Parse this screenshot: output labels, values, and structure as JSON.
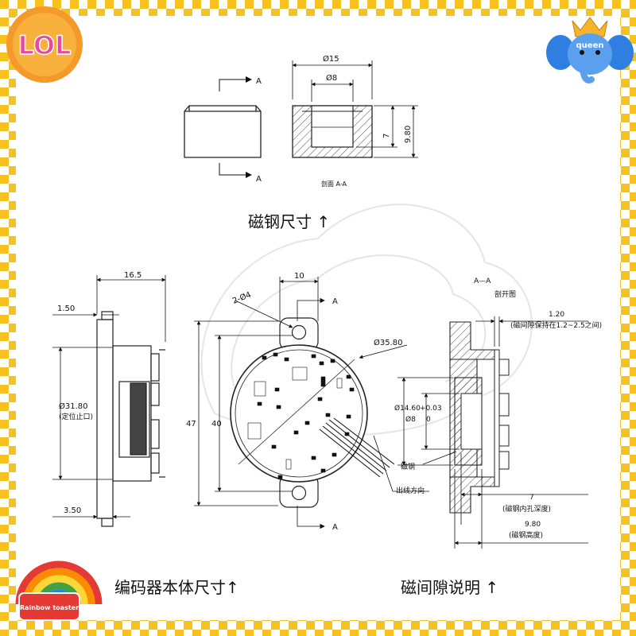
{
  "magnet": {
    "section_mark": "A",
    "dim_outer": "Ø15",
    "dim_inner": "Ø8",
    "dim_hole_depth": "7",
    "dim_height": "9.80",
    "section_caption": "剖面 A-A"
  },
  "captions": {
    "magnet_size": "磁钢尺寸 ↑",
    "encoder_size": "编码器本体尺寸↑",
    "gap_note": "磁间隙说明 ↑"
  },
  "side_view": {
    "width": "16.5",
    "flange": "1.50",
    "dia_value": "Ø31.80",
    "dia_note": "(定位止口)",
    "base": "3.50"
  },
  "front_view": {
    "spacing": "10",
    "holes": "2-Ø4",
    "mark": "A",
    "body_dia": "Ø35.80",
    "height_outer": "47",
    "height_inner": "40",
    "cable_dir": "出线方向"
  },
  "section_view": {
    "title": "A—A",
    "subtitle": "剖开图",
    "gap_value": "1.20",
    "gap_note": "(磁间隙保持在1.2~2.5之间)",
    "dia1": "Ø14.60",
    "tol": "+0.03",
    "dia2": "Ø8",
    "tol0": "0",
    "magnet_label": "磁钢",
    "hole_depth": "7",
    "hole_depth_note": "(磁钢内孔深度)",
    "mag_height": "9.80",
    "mag_height_note": "(磁钢高度)"
  },
  "badges": {
    "lol": "LOL",
    "queen": "queen",
    "rainbow": "Rainbow toaster"
  }
}
